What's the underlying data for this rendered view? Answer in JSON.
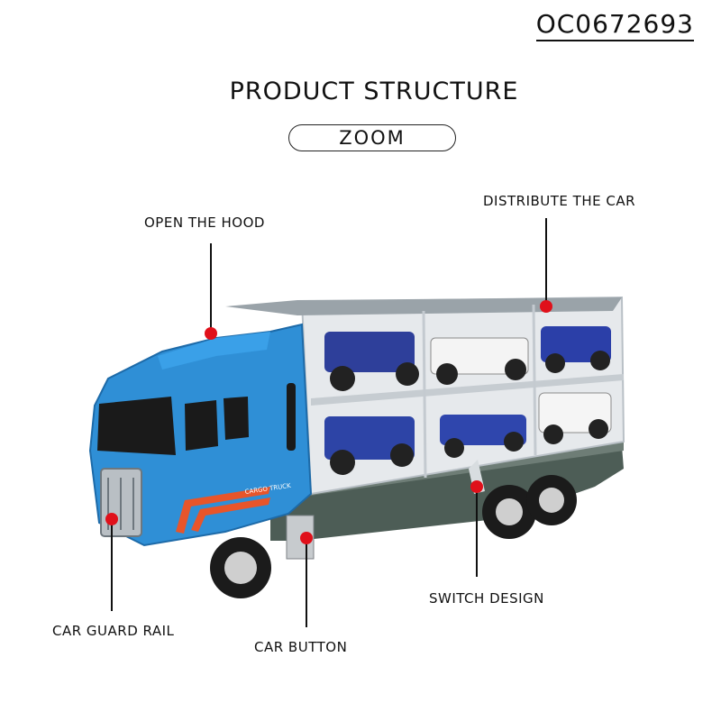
{
  "product_code": "OC0672693",
  "header": {
    "title": "PRODUCT STRUCTURE",
    "zoom_label": "ZOOM"
  },
  "callouts": {
    "open_hood": "OPEN THE HOOD",
    "distribute_car": "DISTRIBUTE THE CAR",
    "switch_design": "SWITCH DESIGN",
    "car_guard_rail": "CAR GUARD RAIL",
    "car_button": "CAR BUTTON"
  },
  "truck": {
    "decal_text": "CARGO TRUCK"
  },
  "colors": {
    "truck_blue": "#2f8fd6",
    "chassis_gray": "#4d5d56",
    "marker_red": "#e0101a",
    "stripe_orange": "#e8552a"
  }
}
